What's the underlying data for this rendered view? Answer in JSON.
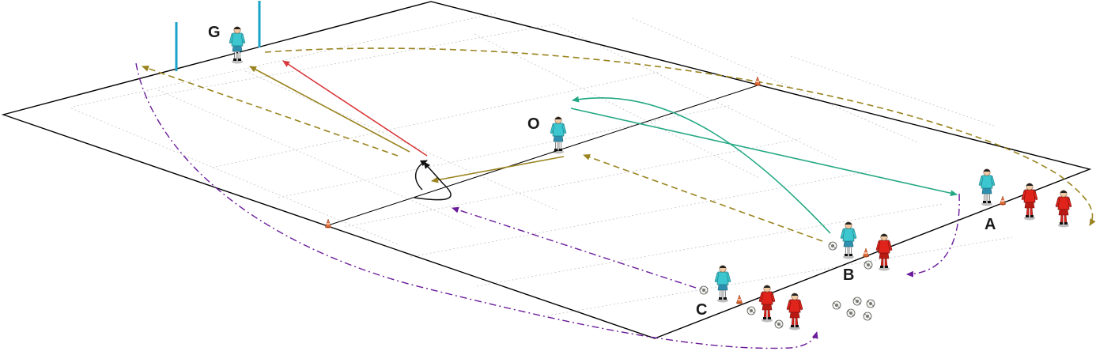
{
  "labels": {
    "goalkeeper": "G",
    "outfield": "O",
    "station_a": "A",
    "station_b": "B",
    "station_c": "C"
  },
  "colors": {
    "field_line": "#000000",
    "grid": "#bdbdbd",
    "post": "#1aa3c8",
    "team_cyan": "#3cc6cf",
    "team_red": "#e0231b",
    "arrow_red": "#d9383a",
    "arrow_olive": "#9a8420",
    "arrow_green": "#23a883",
    "arrow_purple": "#6a1b9a",
    "arrow_black": "#111111",
    "cone": "#e8703a"
  },
  "icons": [
    "player-icon",
    "cone-icon",
    "ball-icon",
    "goal-post-icon"
  ]
}
